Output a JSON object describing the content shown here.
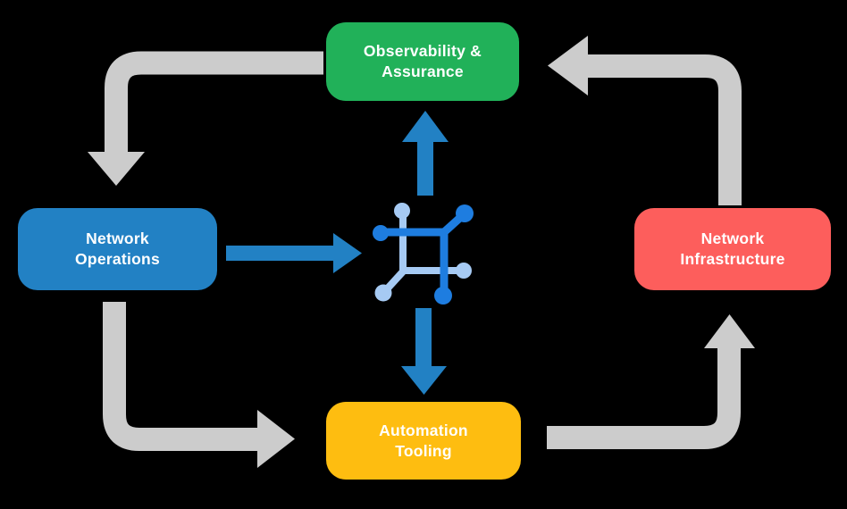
{
  "colors": {
    "green": "#21B159",
    "blue": "#2281C4",
    "red": "#FD5E5C",
    "yellow": "#FEBD10",
    "gray": "#CCCCCC",
    "icon_dark": "#1E7DE0",
    "icon_light": "#A6CAF3",
    "text": "#FFFFFF"
  },
  "diagram": {
    "nodes": [
      {
        "id": "observability",
        "line1": "Observability &",
        "line2": "Assurance",
        "color": "green"
      },
      {
        "id": "operations",
        "line1": "Network",
        "line2": "Operations",
        "color": "blue"
      },
      {
        "id": "infrastructure",
        "line1": "Network",
        "line2": "Infrastructure",
        "color": "red"
      },
      {
        "id": "tooling",
        "line1": "Automation",
        "line2": "Tooling",
        "color": "yellow"
      }
    ],
    "center_icon": {
      "name": "network-platform-icon",
      "dark_color": "#1E7DE0",
      "light_color": "#A6CAF3"
    },
    "arrows": [
      {
        "from": "observability",
        "to": "operations",
        "style": "gray-cycle"
      },
      {
        "from": "operations",
        "to": "tooling",
        "style": "gray-cycle"
      },
      {
        "from": "tooling",
        "to": "infrastructure",
        "style": "gray-cycle"
      },
      {
        "from": "infrastructure",
        "to": "observability",
        "style": "gray-cycle"
      },
      {
        "from": "operations",
        "to": "center-icon",
        "style": "blue"
      },
      {
        "from": "center-icon",
        "to": "observability",
        "style": "blue"
      },
      {
        "from": "center-icon",
        "to": "tooling",
        "style": "blue"
      }
    ]
  }
}
